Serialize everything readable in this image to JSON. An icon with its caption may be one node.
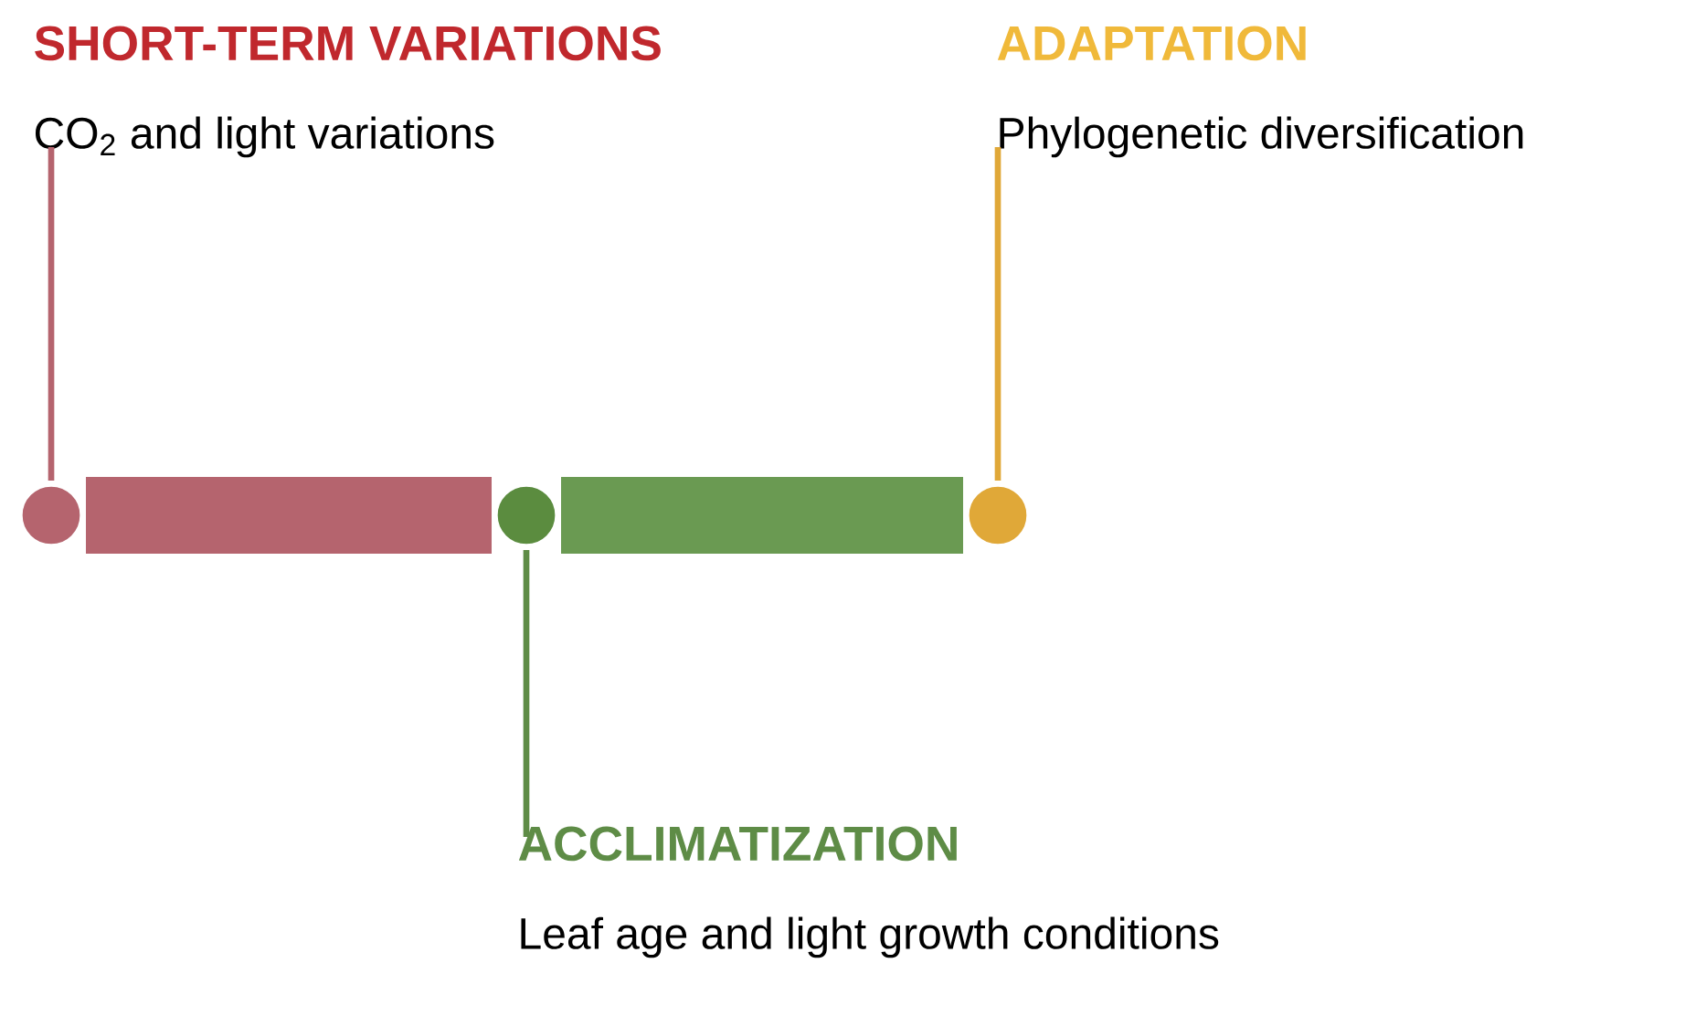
{
  "diagram": {
    "nodes": [
      {
        "text": [
          "SHORT-TERM VARIATIONS",
          "CO$_{2}$ and light variations"
        ]
      },
      {
        "text": [
          "ADAPTATION",
          "Phylogenetic diversification"
        ]
      },
      {
        "text": [
          "ACCLIMATIZATION",
          "Leaf age and light growth conditions"
        ]
      },
      {
        "text": [],
        "shape": "circle"
      },
      {
        "text": [],
        "shape": "circle"
      },
      {
        "text": [],
        "shape": "circle"
      }
    ],
    "edges": [
      {
        "from": 0,
        "to": 3,
        "arrow": "none",
        "color": "#b5646e"
      },
      {
        "from": 1,
        "to": 5,
        "arrow": "none",
        "color": "#e0a838"
      },
      {
        "from": 2,
        "to": 4,
        "arrow": "none",
        "color": "#5e8c46"
      },
      {
        "from": 3,
        "to": 4,
        "arrow": "none",
        "style": "thick",
        "color": "#b5646e"
      },
      {
        "from": 4,
        "to": 5,
        "arrow": "none",
        "style": "thick",
        "color": "#6a9a52"
      }
    ]
  }
}
